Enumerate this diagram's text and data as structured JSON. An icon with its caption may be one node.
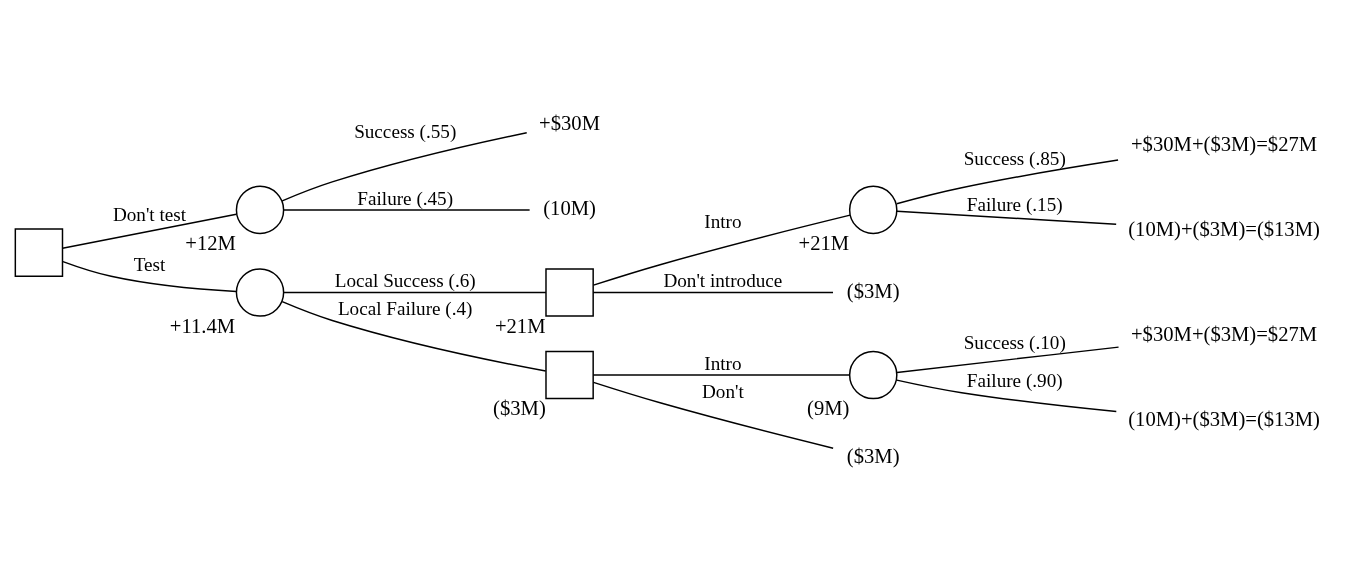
{
  "diagram": {
    "nodes": [
      {
        "text": [],
        "shape": "box"
      },
      {
        "text": [],
        "shape": "circle",
        "beside": [
          "+12M"
        ]
      },
      {
        "text": [],
        "shape": "circle",
        "beside": [
          "+11.4M"
        ]
      },
      {
        "text": [
          "+$30M"
        ]
      },
      {
        "text": [
          "(10M)"
        ]
      },
      {
        "text": [],
        "shape": "box",
        "beside": [
          "+21M"
        ]
      },
      {
        "text": [],
        "shape": "box",
        "beside": [
          "($3M)"
        ]
      },
      {
        "text": [],
        "shape": "circle",
        "beside": [
          "+21M"
        ]
      },
      {
        "text": [
          "($3M)"
        ]
      },
      {
        "text": [],
        "shape": "circle",
        "beside": [
          "(9M)"
        ]
      },
      {
        "text": [
          "($3M)"
        ]
      },
      {
        "text": [
          "+$30M+($3M)=$27M"
        ]
      },
      {
        "text": [
          "(10M)+($3M)=($13M)"
        ]
      },
      {
        "text": [
          "+$30M+($3M)=$27M"
        ]
      },
      {
        "text": [
          "(10M)+($3M)=($13M)"
        ]
      }
    ],
    "edges": [
      {
        "from": 0,
        "to": 1,
        "arrow": "none",
        "label": "Don't test"
      },
      {
        "from": 0,
        "to": 2,
        "arrow": "none",
        "label": "Test"
      },
      {
        "from": 1,
        "to": 3,
        "arrow": "none",
        "label": "Success (.55)"
      },
      {
        "from": 1,
        "to": 4,
        "arrow": "none",
        "label": "Failure (.45)"
      },
      {
        "from": 2,
        "to": 5,
        "arrow": "none",
        "label": "Local Success (.6)"
      },
      {
        "from": 2,
        "to": 6,
        "arrow": "none",
        "label": "Local Failure (.4)"
      },
      {
        "from": 5,
        "to": 7,
        "arrow": "none",
        "label": "Intro"
      },
      {
        "from": 5,
        "to": 8,
        "arrow": "none",
        "label": "Don't introduce"
      },
      {
        "from": 6,
        "to": 9,
        "arrow": "none",
        "label": "Intro"
      },
      {
        "from": 6,
        "to": 10,
        "arrow": "none",
        "label": "Don't"
      },
      {
        "from": 7,
        "to": 11,
        "arrow": "none",
        "label": "Success (.85)"
      },
      {
        "from": 7,
        "to": 12,
        "arrow": "none",
        "label": "Failure (.15)"
      },
      {
        "from": 9,
        "to": 13,
        "arrow": "none",
        "label": "Success (.10)"
      },
      {
        "from": 9,
        "to": 14,
        "arrow": "none",
        "label": "Failure (.90)"
      }
    ]
  }
}
